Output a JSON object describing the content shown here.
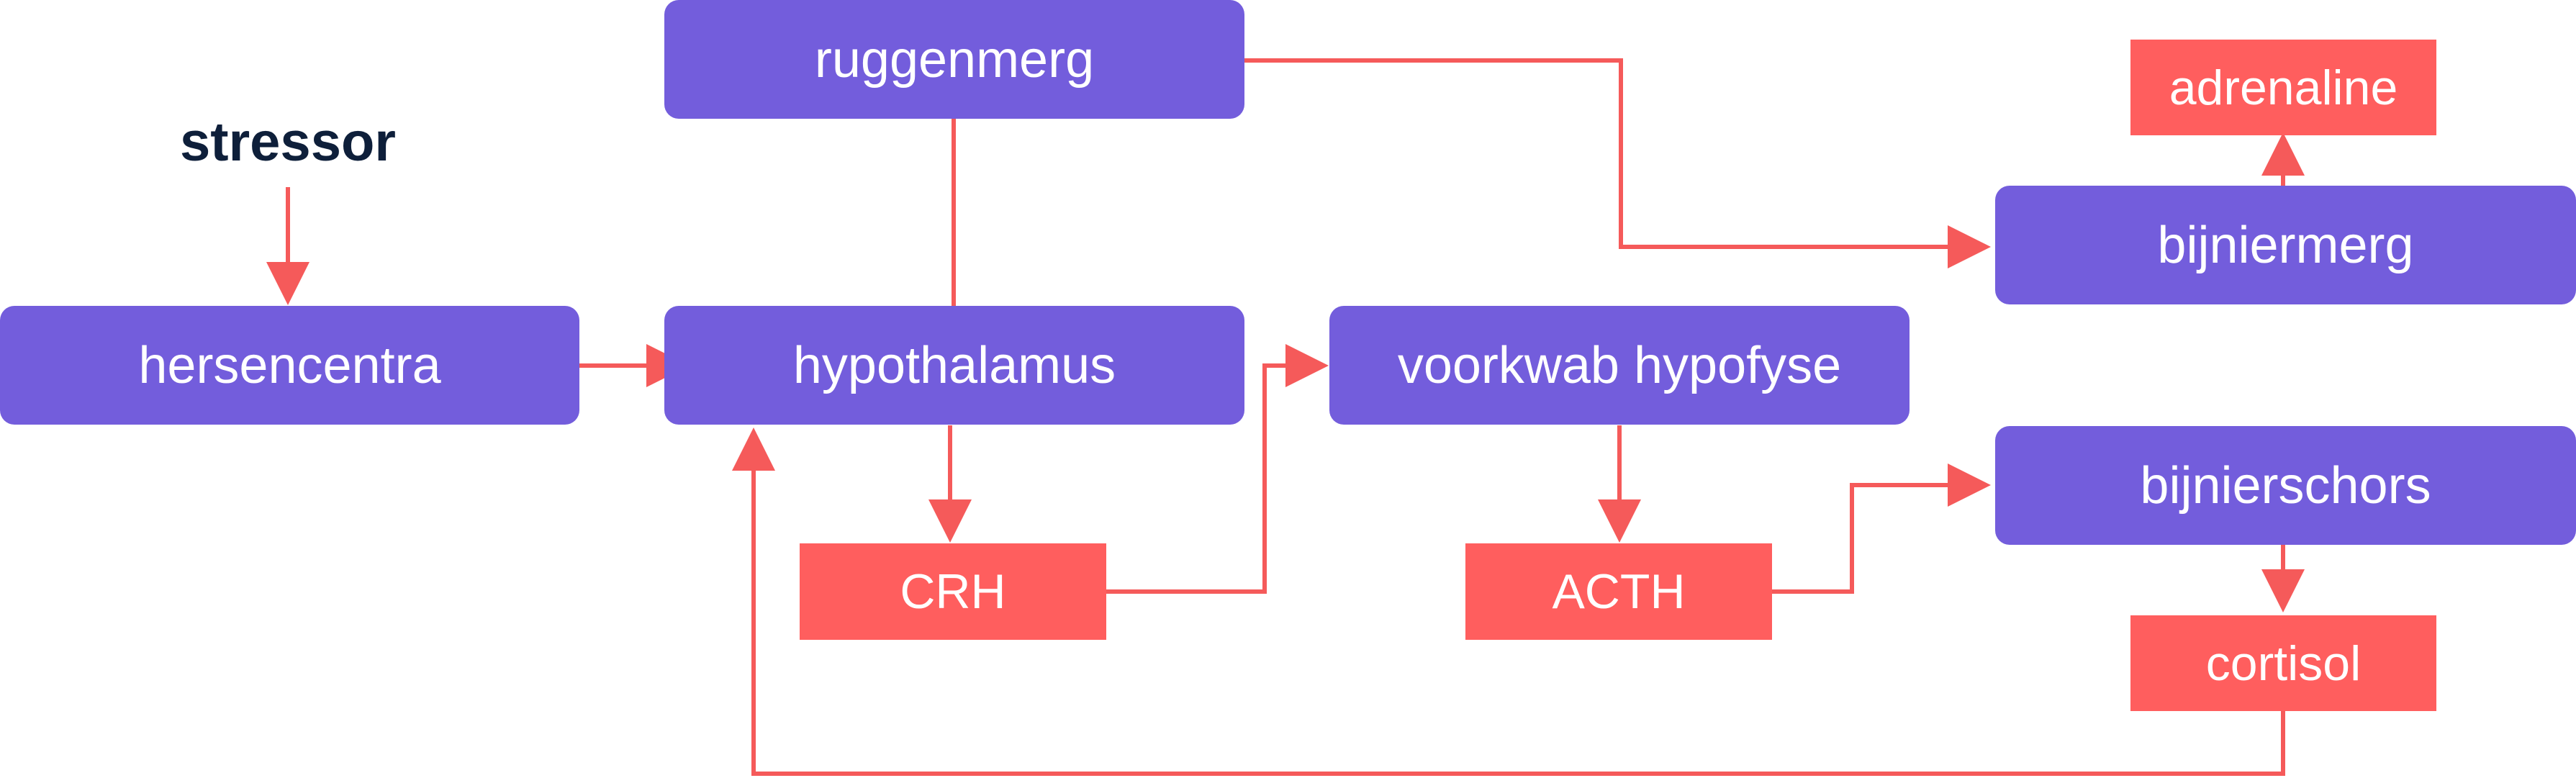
{
  "colors": {
    "organ": "#735DDC",
    "hormone": "#FF5E5E",
    "arrow": "#F55A5A",
    "stressor_text": "#0E1F3A"
  },
  "nodes": {
    "stressor": "stressor",
    "hersencentra": "hersencentra",
    "hypothalamus": "hypothalamus",
    "ruggenmerg": "ruggenmerg",
    "voorkwab_hypofyse": "voorkwab hypofyse",
    "bijniermerg": "bijniermerg",
    "adrenaline": "adrenaline",
    "bijnierschors": "bijnierschors",
    "crh": "CRH",
    "acth": "ACTH",
    "cortisol": "cortisol"
  },
  "edges": [
    {
      "from": "stressor",
      "to": "hersencentra"
    },
    {
      "from": "hersencentra",
      "to": "hypothalamus"
    },
    {
      "from": "hypothalamus",
      "to": "ruggenmerg"
    },
    {
      "from": "ruggenmerg",
      "to": "bijniermerg"
    },
    {
      "from": "bijniermerg",
      "to": "adrenaline"
    },
    {
      "from": "hypothalamus",
      "to": "CRH"
    },
    {
      "from": "CRH",
      "to": "voorkwab hypofyse"
    },
    {
      "from": "voorkwab hypofyse",
      "to": "ACTH"
    },
    {
      "from": "ACTH",
      "to": "bijnierschors"
    },
    {
      "from": "bijnierschors",
      "to": "cortisol"
    },
    {
      "from": "cortisol",
      "to": "hypothalamus"
    }
  ]
}
